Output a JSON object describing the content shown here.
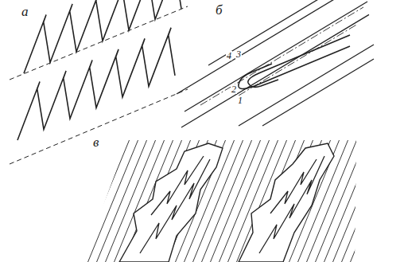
{
  "diagram": {
    "labels": [
      "а",
      "б",
      "в",
      "4",
      "3",
      "2",
      "1"
    ]
  }
}
